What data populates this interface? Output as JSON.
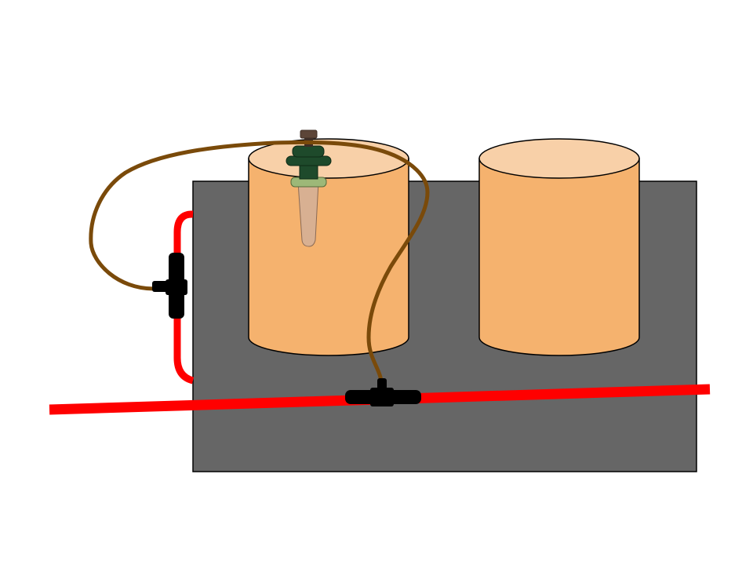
{
  "diagram": {
    "components": [
      {
        "name": "base-tray",
        "color": "#666666"
      },
      {
        "name": "planter-pot",
        "count": 2,
        "body_color": "#F5B26E",
        "rim_color": "#F8D0A8"
      },
      {
        "name": "watering-spike",
        "cap_color": "#1E4A2B",
        "collar_color": "#9DB878",
        "cone_color": "#D8B092",
        "screw_color": "#5C4538"
      },
      {
        "name": "main-supply-line",
        "color": "#FF0000"
      },
      {
        "name": "bypass-loop",
        "color": "#FF0000"
      },
      {
        "name": "drip-feeder-tubing",
        "color": "#7A4A0A"
      },
      {
        "name": "tee-connector",
        "count": 2,
        "color": "#000000"
      }
    ]
  }
}
